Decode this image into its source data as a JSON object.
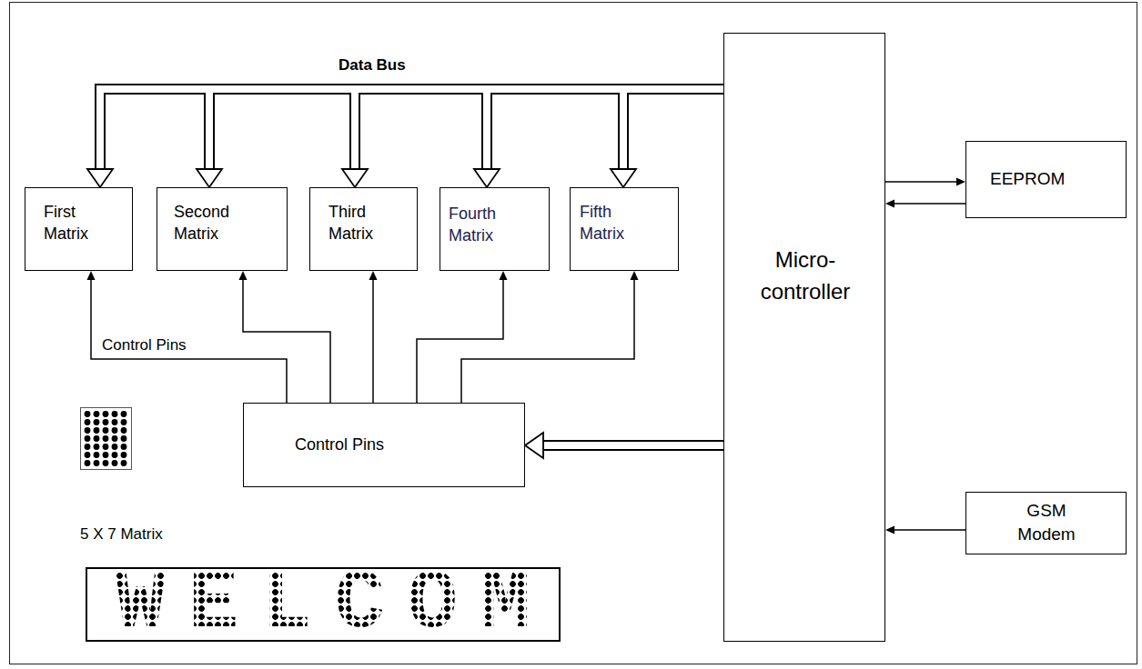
{
  "diagram": {
    "nodes": [
      {
        "text": [
          "First Matrix"
        ]
      },
      {
        "text": [
          "Second Matrix"
        ]
      },
      {
        "text": [
          "Third Matrix"
        ]
      },
      {
        "text": [
          "Fourth Matrix"
        ]
      },
      {
        "text": [
          "Fifth Matrix"
        ]
      },
      {
        "text": [
          "Micro- controller"
        ]
      },
      {
        "text": [
          "EEPROM"
        ]
      },
      {
        "text": [
          "GSM Modem"
        ]
      },
      {
        "text": [
          "Control Pins"
        ]
      }
    ],
    "edges": [
      {
        "from": 5,
        "to": 0,
        "arrow": "to"
      },
      {
        "from": 5,
        "to": 1,
        "arrow": "to"
      },
      {
        "from": 5,
        "to": 2,
        "arrow": "to"
      },
      {
        "from": 5,
        "to": 3,
        "arrow": "to"
      },
      {
        "from": 5,
        "to": 4,
        "arrow": "to"
      },
      {
        "from": 5,
        "to": 8,
        "arrow": "to"
      },
      {
        "from": 8,
        "to": 0,
        "arrow": "to"
      },
      {
        "from": 8,
        "to": 1,
        "arrow": "to"
      },
      {
        "from": 8,
        "to": 2,
        "arrow": "to"
      },
      {
        "from": 8,
        "to": 3,
        "arrow": "to"
      },
      {
        "from": 8,
        "to": 4,
        "arrow": "to"
      },
      {
        "from": 5,
        "to": 6,
        "arrow": "to"
      },
      {
        "from": 6,
        "to": 5,
        "arrow": "to"
      },
      {
        "from": 7,
        "to": 5,
        "arrow": "to"
      }
    ],
    "labels": [
      "Data Bus",
      "Control Pins",
      "5 X 7 Matrix",
      "WELCOM"
    ]
  }
}
